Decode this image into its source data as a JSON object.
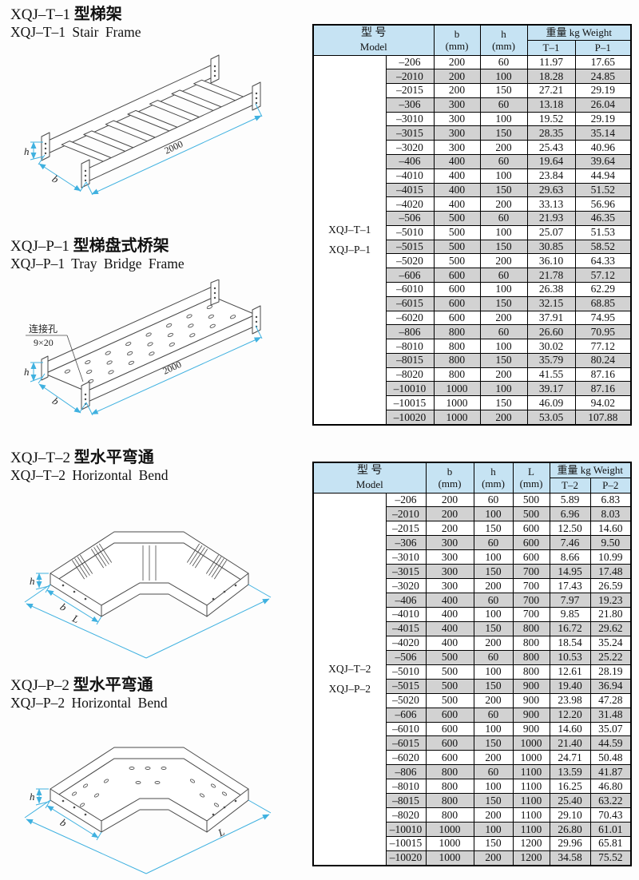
{
  "sections": [
    {
      "model": "XQJ–T–1",
      "zh": "型梯架",
      "en": "XQJ–T–1 Stair Frame"
    },
    {
      "model": "XQJ–P–1",
      "zh": "型梯盘式桥架",
      "en": "XQJ–P–1 Tray Bridge Frame"
    },
    {
      "model": "XQJ–T–2",
      "zh": "型水平弯通",
      "en": "XQJ–T–2 Horizontal Bend"
    },
    {
      "model": "XQJ–P–2",
      "zh": "型水平弯通",
      "en": "XQJ–P–2 Horizontal Bend"
    }
  ],
  "drawings": {
    "stair": {
      "dim_h": "h",
      "dim_b": "b",
      "dim_len": "2000"
    },
    "tray": {
      "dim_h": "h",
      "dim_b": "b",
      "dim_len": "2000",
      "note_line1": "连接孔",
      "note_line2": "9×20"
    },
    "bend_t": {
      "dim_h": "h",
      "dim_b": "b",
      "dim_len": "L"
    },
    "bend_p": {
      "dim_h": "h",
      "dim_b": "b",
      "dim_len": "L"
    }
  },
  "colors": {
    "header_blue": "#c6e3f3",
    "row_gray": "#d2d2d2",
    "dim_cyan": "#3fb1e0"
  },
  "table1": {
    "header": {
      "model": "型 号",
      "model_en": "Model",
      "b": "b",
      "h": "h",
      "mm": "(mm)",
      "weight": "重量 kg Weight",
      "t": "T–1",
      "p": "P–1"
    },
    "groups": [
      "XQJ–T–1",
      "XQJ–P–1"
    ],
    "rows": [
      [
        "–206",
        "200",
        "60",
        "11.97",
        "17.65"
      ],
      [
        "–2010",
        "200",
        "100",
        "18.28",
        "24.85"
      ],
      [
        "–2015",
        "200",
        "150",
        "27.21",
        "29.19"
      ],
      [
        "–306",
        "300",
        "60",
        "13.18",
        "26.04"
      ],
      [
        "–3010",
        "300",
        "100",
        "19.52",
        "29.19"
      ],
      [
        "–3015",
        "300",
        "150",
        "28.35",
        "35.14"
      ],
      [
        "–3020",
        "300",
        "200",
        "25.43",
        "40.96"
      ],
      [
        "–406",
        "400",
        "60",
        "19.64",
        "39.64"
      ],
      [
        "–4010",
        "400",
        "100",
        "23.84",
        "44.94"
      ],
      [
        "–4015",
        "400",
        "150",
        "29.63",
        "51.52"
      ],
      [
        "–4020",
        "400",
        "200",
        "33.13",
        "56.96"
      ],
      [
        "–506",
        "500",
        "60",
        "21.93",
        "46.35"
      ],
      [
        "–5010",
        "500",
        "100",
        "25.07",
        "51.53"
      ],
      [
        "–5015",
        "500",
        "150",
        "30.85",
        "58.52"
      ],
      [
        "–5020",
        "500",
        "200",
        "36.10",
        "64.33"
      ],
      [
        "–606",
        "600",
        "60",
        "21.78",
        "57.12"
      ],
      [
        "–6010",
        "600",
        "100",
        "26.38",
        "62.29"
      ],
      [
        "–6015",
        "600",
        "150",
        "32.15",
        "68.85"
      ],
      [
        "–6020",
        "600",
        "200",
        "37.91",
        "74.95"
      ],
      [
        "–806",
        "800",
        "60",
        "26.60",
        "70.95"
      ],
      [
        "–8010",
        "800",
        "100",
        "30.02",
        "77.12"
      ],
      [
        "–8015",
        "800",
        "150",
        "35.79",
        "80.24"
      ],
      [
        "–8020",
        "800",
        "200",
        "41.55",
        "87.16"
      ],
      [
        "–10010",
        "1000",
        "100",
        "39.17",
        "87.16"
      ],
      [
        "–10015",
        "1000",
        "150",
        "46.09",
        "94.02"
      ],
      [
        "–10020",
        "1000",
        "200",
        "53.05",
        "107.88"
      ]
    ]
  },
  "table2": {
    "header": {
      "model": "型 号",
      "model_en": "Model",
      "b": "b",
      "h": "h",
      "L": "L",
      "mm": "(mm)",
      "weight": "重量 kg Weight",
      "t": "T–2",
      "p": "P–2"
    },
    "groups": [
      "XQJ–T–2",
      "XQJ–P–2"
    ],
    "rows": [
      [
        "–206",
        "200",
        "60",
        "500",
        "5.89",
        "6.83"
      ],
      [
        "–2010",
        "200",
        "100",
        "500",
        "6.96",
        "8.03"
      ],
      [
        "–2015",
        "200",
        "150",
        "600",
        "12.50",
        "14.60"
      ],
      [
        "–306",
        "300",
        "60",
        "600",
        "7.46",
        "9.50"
      ],
      [
        "–3010",
        "300",
        "100",
        "600",
        "8.66",
        "10.99"
      ],
      [
        "–3015",
        "300",
        "150",
        "700",
        "14.95",
        "17.48"
      ],
      [
        "–3020",
        "300",
        "200",
        "700",
        "17.43",
        "26.59"
      ],
      [
        "–406",
        "400",
        "60",
        "700",
        "7.97",
        "19.23"
      ],
      [
        "–4010",
        "400",
        "100",
        "700",
        "9.85",
        "21.80"
      ],
      [
        "–4015",
        "400",
        "150",
        "800",
        "16.72",
        "29.62"
      ],
      [
        "–4020",
        "400",
        "200",
        "800",
        "18.54",
        "35.24"
      ],
      [
        "–506",
        "500",
        "60",
        "800",
        "10.53",
        "25.22"
      ],
      [
        "–5010",
        "500",
        "100",
        "800",
        "12.61",
        "28.19"
      ],
      [
        "–5015",
        "500",
        "150",
        "900",
        "19.40",
        "36.94"
      ],
      [
        "–5020",
        "500",
        "200",
        "900",
        "23.98",
        "47.28"
      ],
      [
        "–606",
        "600",
        "60",
        "900",
        "12.20",
        "31.48"
      ],
      [
        "–6010",
        "600",
        "100",
        "900",
        "14.60",
        "35.07"
      ],
      [
        "–6015",
        "600",
        "150",
        "1000",
        "21.40",
        "44.59"
      ],
      [
        "–6020",
        "600",
        "200",
        "1000",
        "24.71",
        "50.48"
      ],
      [
        "–806",
        "800",
        "60",
        "1100",
        "13.59",
        "41.87"
      ],
      [
        "–8010",
        "800",
        "100",
        "1100",
        "16.25",
        "46.80"
      ],
      [
        "–8015",
        "800",
        "150",
        "1100",
        "25.40",
        "63.22"
      ],
      [
        "–8020",
        "800",
        "200",
        "1100",
        "29.10",
        "70.43"
      ],
      [
        "–10010",
        "1000",
        "100",
        "1100",
        "26.80",
        "61.01"
      ],
      [
        "–10015",
        "1000",
        "150",
        "1200",
        "29.96",
        "65.81"
      ],
      [
        "–10020",
        "1000",
        "200",
        "1200",
        "34.58",
        "75.52"
      ]
    ]
  }
}
